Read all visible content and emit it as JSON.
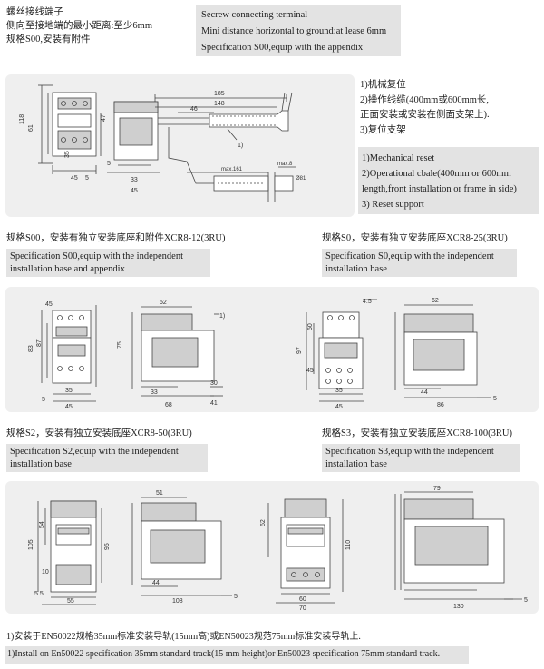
{
  "top_left": {
    "line1": "螺丝接线端子",
    "line2": "侧向至接地端的最小距离:至少6mm",
    "line3": "规格S00,安装有附件"
  },
  "top_right": {
    "line1": "Secrew connecting terminal",
    "line2": "Mini distance horizontal to ground:at lease 6mm",
    "line3": "Specification S00,equip with the appendix"
  },
  "reset_cn": {
    "line1": "1)机械复位",
    "line2": "2)操作线缆(400mm或600mm长,",
    "line3": "正面安装或安装在侧面支架上).",
    "line4": "3)复位支架"
  },
  "reset_en": {
    "line1": "1)Mechanical reset",
    "line2": "2)Operational cbale(400mm or 600mm",
    "line3": "length,front installation or frame in side)",
    "line4": "3) Reset support"
  },
  "s00_base": {
    "cn": "规格S00，安装有独立安装底座和附件XCR8-12(3RU)",
    "en1": "Specification S00,equip with the independent",
    "en2": "installation base and appendix"
  },
  "s0_base": {
    "cn": "规格S0，安装有独立安装底座XCR8-25(3RU)",
    "en1": "Specification S0,equip with the independent",
    "en2": "installation base"
  },
  "s2_base": {
    "cn": "规格S2，安装有独立安装底座XCR8-50(3RU)",
    "en1": "Specification S2,equip with the independent",
    "en2": "installation base"
  },
  "s3_base": {
    "cn": "规格S3，安装有独立安装底座XCR8-100(3RU)",
    "en1": "Specification S3,equip with the independent",
    "en2": "installation base"
  },
  "footer": {
    "cn": "1)安装于EN50022规格35mm标准安装导轨(15mm高)或EN50023规范75mm标准安装导轨上.",
    "en": "1)Install on En50022 specification 35mm standard track(15 mm height)or En50023 specification 75mm standard track."
  },
  "dims_panel1": {
    "d118": "118",
    "d61": "61",
    "d45a": "45",
    "d5a": "5",
    "d47": "47",
    "d35": "35",
    "d33": "33",
    "d45b": "45",
    "d5b": "5",
    "d185": "185",
    "d148": "148",
    "d46": "46",
    "d1": "1)",
    "max161": "max.161",
    "max8": "max.8",
    "d81": "Ø81"
  },
  "dims_panel2": {
    "d45": "45",
    "d83": "83",
    "d87": "87",
    "d35": "35",
    "d45b": "45",
    "d5": "5",
    "d52": "52",
    "d75": "75",
    "d33": "33",
    "d68": "68",
    "d30": "30",
    "d41": "41",
    "d1": "1)",
    "e45": "4.5",
    "e97": "97",
    "e50": "50",
    "e45b": "45",
    "e35": "35",
    "e45c": "45",
    "e62": "62",
    "e44": "44",
    "e86": "86",
    "e5": "5"
  },
  "dims_panel3": {
    "a51": "51",
    "a54": "54",
    "a105": "105",
    "a95": "95",
    "a10": "10",
    "a55": "55",
    "a55b": "5.5",
    "a44": "44",
    "a108": "108",
    "a5": "5",
    "b62": "62",
    "b110": "110",
    "b60": "60",
    "b70": "70",
    "b79": "79",
    "b130": "130",
    "b5": "5"
  }
}
